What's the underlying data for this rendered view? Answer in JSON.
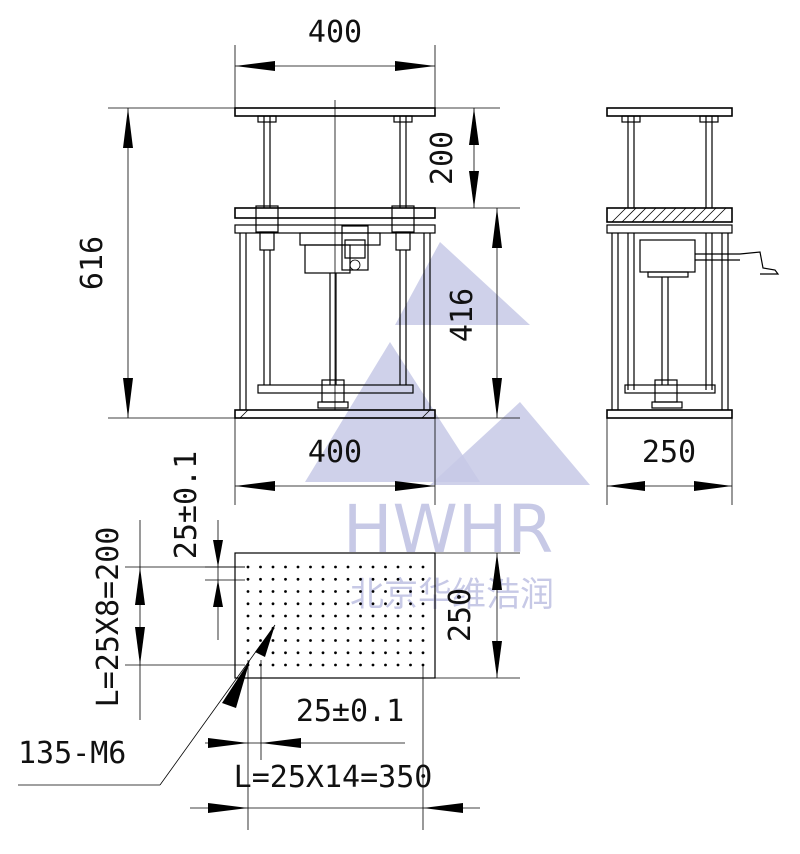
{
  "dimensions": {
    "front_top_width": "400",
    "upper_gap": "200",
    "total_height": "616",
    "lower_height": "416",
    "front_base_width": "400",
    "side_width": "250",
    "hole_pitch_y": "25±0.1",
    "hole_pitch_x": "25±0.1",
    "hole_rows_length": "L=25X8=200",
    "hole_cols_length": "L=25X14=350",
    "table_depth": "250",
    "hole_spec": "135-M6"
  },
  "watermark": {
    "brand": "HWHR",
    "company": "北京华维浩润",
    "color": "#c7c9e6"
  },
  "hole_grid": {
    "columns": 15,
    "rows": 9
  }
}
